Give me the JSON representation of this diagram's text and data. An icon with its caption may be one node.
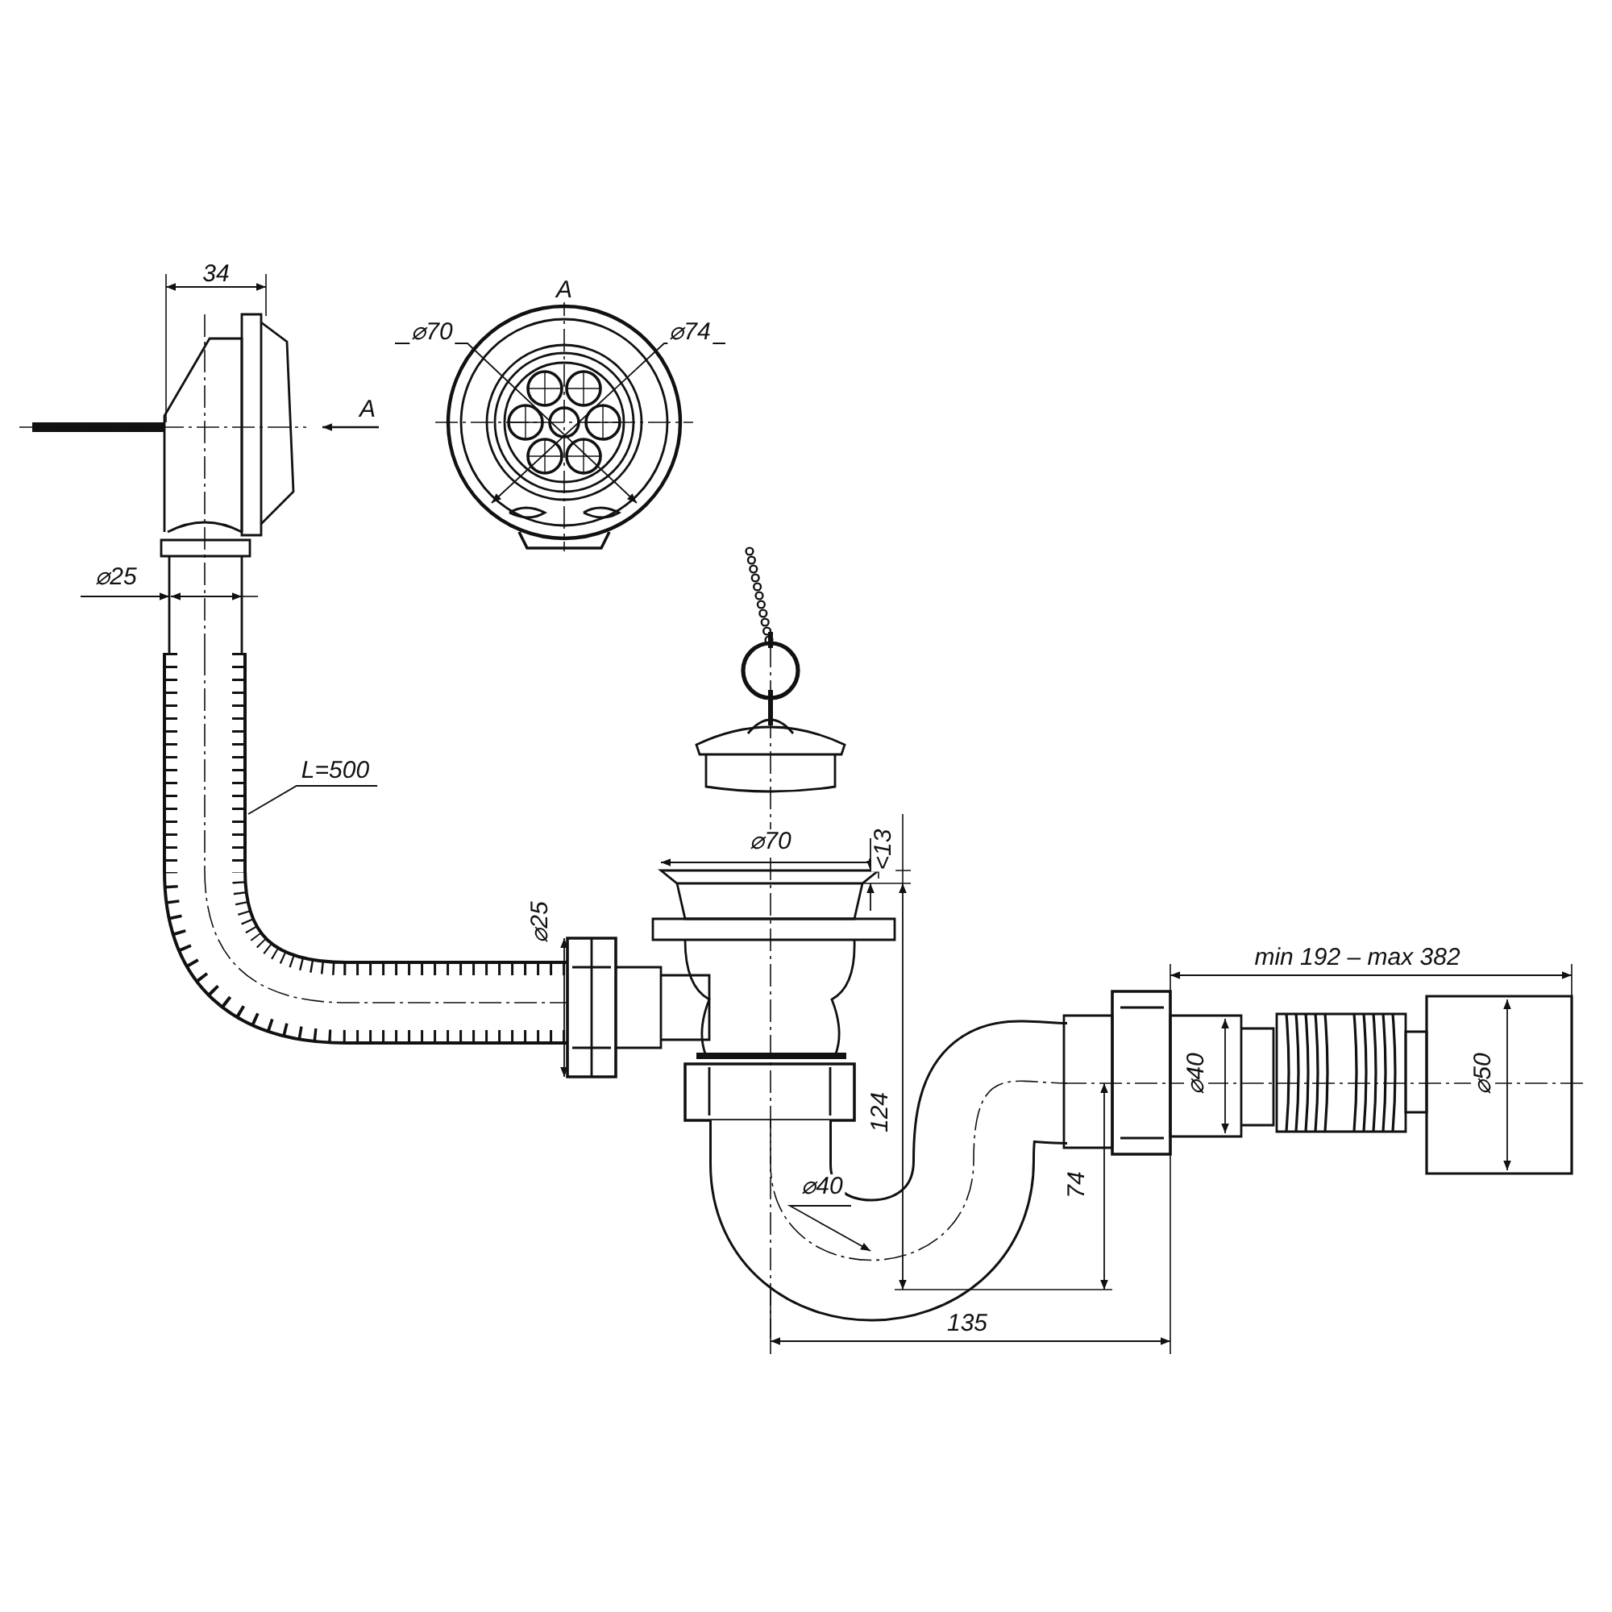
{
  "diagram": {
    "nodes": [
      {
        "text": [
          "L=500"
        ]
      },
      {
        "text": [],
        "shape": "picture"
      }
    ],
    "edges": [
      {
        "from": 0,
        "to": 1,
        "arrow": "none"
      }
    ],
    "labels": [
      "34",
      "A",
      "⌀70",
      "⌀74",
      "A",
      "⌀25",
      "⌀70",
      "<13",
      "⌀25",
      "min 192 – max 382",
      "⌀40",
      "⌀50",
      "124",
      "⌀40",
      "74",
      "135"
    ]
  }
}
